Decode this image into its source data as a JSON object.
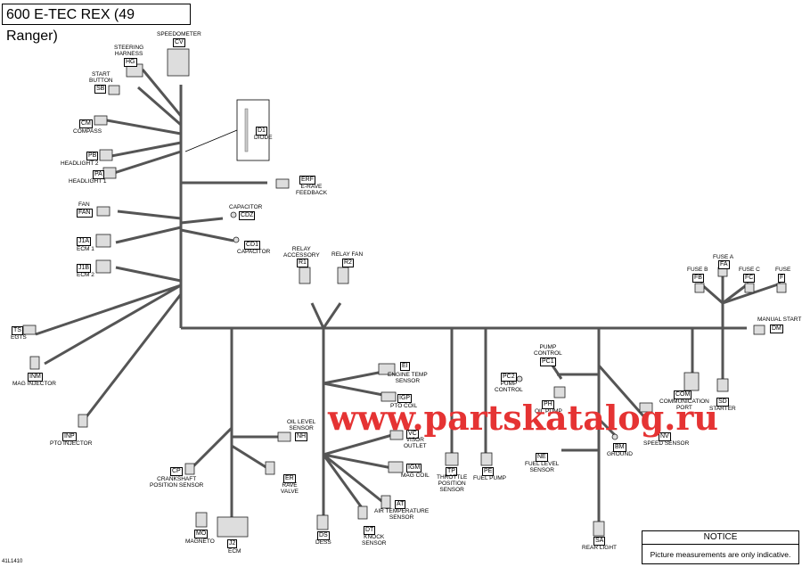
{
  "title": "600 E-TEC REX (49 Ranger)",
  "notice": {
    "heading": "NOTICE",
    "text": "Picture measurements are only indicative."
  },
  "watermark": "www.partskatalog.ru",
  "ref_code": "41L1410",
  "components": {
    "speedometer": {
      "label": "SPEEDOMETER",
      "code": "CV"
    },
    "steering_harness": {
      "label": "STEERING\nHARNESS",
      "code": "HG"
    },
    "start_button": {
      "label": "START\nBUTTON",
      "code": "SB"
    },
    "compass": {
      "label": "COMPASS",
      "code": "CM"
    },
    "headlight_2": {
      "label": "HEADLIGHT 2",
      "code": "PB"
    },
    "headlight_1": {
      "label": "HEADLIGHT 1",
      "code": "PA"
    },
    "diode": {
      "label": "DIODE",
      "code": "D1"
    },
    "erave_feedback": {
      "label": "E-RAVE\nFEEDBACK",
      "code": "ERF"
    },
    "fan": {
      "label": "FAN",
      "code": "FAN"
    },
    "capacitor_1": {
      "label": "CAPACITOR",
      "code": "CDZ"
    },
    "capacitor_2": {
      "label": "CAPACITOR",
      "code": "CD1"
    },
    "ecm_1": {
      "label": "ECM 1",
      "code": "J1A"
    },
    "ecm_2": {
      "label": "ECM 2",
      "code": "J1B"
    },
    "relay_accessory": {
      "label": "RELAY\nACCESSORY",
      "code": "R1"
    },
    "relay_fan": {
      "label": "RELAY FAN",
      "code": "R2"
    },
    "fuse_a": {
      "label": "FUSE A",
      "code": "FA"
    },
    "fuse_b": {
      "label": "FUSE B",
      "code": "FB"
    },
    "fuse_c": {
      "label": "FUSE C",
      "code": "FC"
    },
    "fuse": {
      "label": "FUSE",
      "code": "F"
    },
    "manual_start": {
      "label": "MANUAL START",
      "code": "DM"
    },
    "egts": {
      "label": "EGTS",
      "code": "TS"
    },
    "mag_injector": {
      "label": "MAG INJECTOR",
      "code": "INM"
    },
    "pto_injector": {
      "label": "PTO INJECTOR",
      "code": "INP"
    },
    "engine_temp_sensor": {
      "label": "ENGINE TEMP\nSENSOR",
      "code": "EI"
    },
    "pto_coil": {
      "label": "PTO COIL",
      "code": "IGP"
    },
    "visor_outlet": {
      "label": "VISOR\nOUTLET",
      "code": "VC"
    },
    "mag_coil": {
      "label": "MAG COIL",
      "code": "IGM"
    },
    "air_temp_sensor": {
      "label": "AIR TEMPERATURE\nSENSOR",
      "code": "AT"
    },
    "knock_sensor": {
      "label": "KNOCK\nSENSOR",
      "code": "DT"
    },
    "dess": {
      "label": "DESS",
      "code": "DS"
    },
    "oil_level_sensor": {
      "label": "OIL LEVEL\nSENSOR",
      "code": "NH"
    },
    "crankshaft_sensor": {
      "label": "CRANKSHAFT\nPOSITION SENSOR",
      "code": "CP"
    },
    "rave_valve": {
      "label": "RAVE\nVALVE",
      "code": "ER"
    },
    "magneto": {
      "label": "MAGNETO",
      "code": "MO"
    },
    "ecm": {
      "label": "ECM",
      "code": "J2"
    },
    "throttle_sensor": {
      "label": "THROTTLE\nPOSITION\nSENSOR",
      "code": "TP"
    },
    "fuel_pump": {
      "label": "FUEL PUMP",
      "code": "PE"
    },
    "pump_control_1": {
      "label": "PUMP\nCONTROL",
      "code": "PC1"
    },
    "pump_control_2": {
      "label": "PUMP\nCONTROL",
      "code": "PC2"
    },
    "oil_pump": {
      "label": "OIL PUMP",
      "code": "PH"
    },
    "fuel_level_sensor": {
      "label": "FUEL LEVEL\nSENSOR",
      "code": "NE"
    },
    "ground": {
      "label": "GROUND",
      "code": "BM"
    },
    "speed_sensor": {
      "label": "SPEED SENSOR",
      "code": "NV"
    },
    "communication_port": {
      "label": "COMMUNICATION\nPORT",
      "code": "COM"
    },
    "starter": {
      "label": "STARTER",
      "code": "SD"
    },
    "rear_light": {
      "label": "REAR LIGHT",
      "code": "SA"
    }
  }
}
